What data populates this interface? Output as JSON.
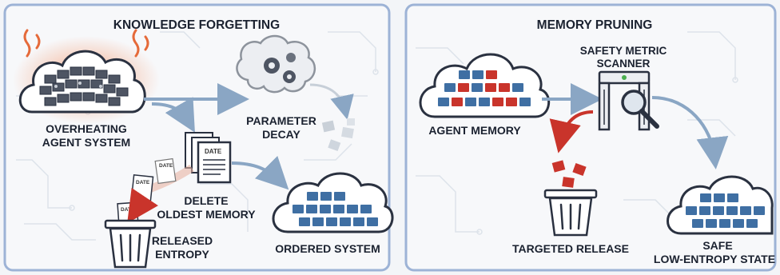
{
  "colors": {
    "panel_border": "#9db3d6",
    "panel_fill": "#f7f8fa",
    "arrow_blue": "#8aa6c4",
    "arrow_red": "#c9342b",
    "block_blue": "#3f6fa3",
    "block_red": "#c9342b",
    "heat_orange": "#e56a3a"
  },
  "left_panel": {
    "title": "KNOWLEDGE FORGETTING",
    "overheating": {
      "line1": "OVERHEATING",
      "line2": "AGENT SYSTEM",
      "icon": "overheating-cloud-icon"
    },
    "parameter_decay": {
      "line1": "PARAMETER",
      "line2": "DECAY",
      "icon": "brain-gears-icon"
    },
    "delete_oldest": {
      "line1": "DELETE",
      "line2": "OLDEST MEMORY",
      "doc_text": "DATE",
      "icon": "document-stack-icon"
    },
    "released_entropy": {
      "line1": "RELEASED",
      "line2": "ENTROPY",
      "icon": "trash-can-icon"
    },
    "ordered_system": {
      "label": "ORDERED SYSTEM",
      "icon": "ordered-cloud-icon"
    }
  },
  "right_panel": {
    "title": "MEMORY PRUNING",
    "agent_memory": {
      "label": "AGENT MEMORY",
      "icon": "memory-cloud-icon"
    },
    "scanner": {
      "line1": "SAFETY METRIC",
      "line2": "SCANNER",
      "icon": "scanner-gate-icon"
    },
    "targeted_release": {
      "label": "TARGETED RELEASE",
      "icon": "trash-can-icon"
    },
    "safe_state": {
      "line1": "SAFE",
      "line2": "LOW-ENTROPY STATE",
      "icon": "safe-cloud-icon"
    }
  }
}
